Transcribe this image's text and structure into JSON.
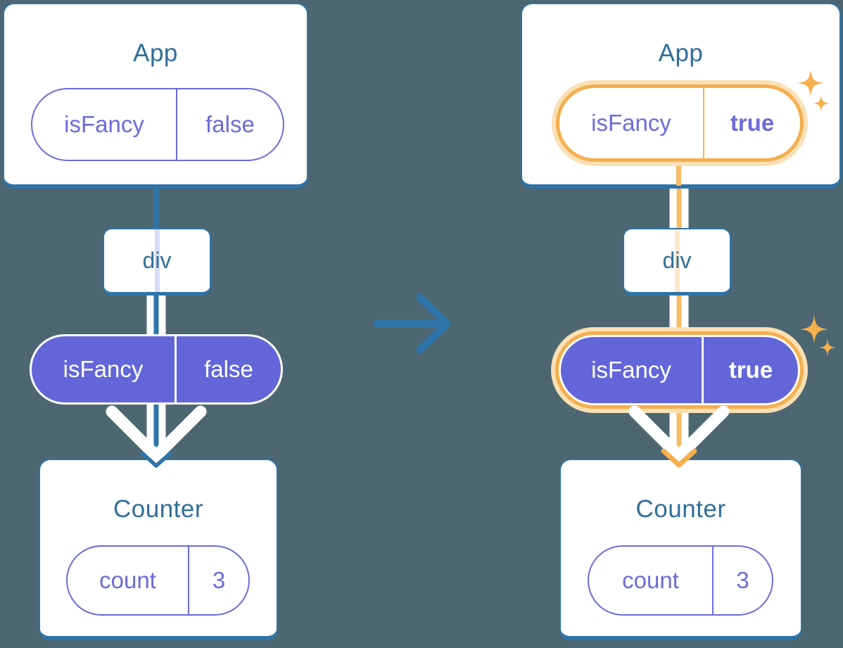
{
  "colors": {
    "background": "#4C6771",
    "blue": "#2E74A8",
    "title_blue": "#2F6E99",
    "purple": "#6B6BDB",
    "purple_fill": "#6366D8",
    "lavender_wire": "#D6DDF5",
    "cream_wire": "#FCE9CC",
    "orange": "#F5AF4E",
    "orange_glow": "#FAE0B5",
    "orange_wire": "#F7BB64",
    "white": "#FFFFFF"
  },
  "before": {
    "app": {
      "title": "App",
      "prop_name": "isFancy",
      "prop_value": "false"
    },
    "div": {
      "label": "div"
    },
    "prop": {
      "name": "isFancy",
      "value": "false"
    },
    "counter": {
      "title": "Counter",
      "state_name": "count",
      "state_value": "3"
    }
  },
  "after": {
    "app": {
      "title": "App",
      "prop_name": "isFancy",
      "prop_value": "true"
    },
    "div": {
      "label": "div"
    },
    "prop": {
      "name": "isFancy",
      "value": "true"
    },
    "counter": {
      "title": "Counter",
      "state_name": "count",
      "state_value": "3"
    }
  }
}
